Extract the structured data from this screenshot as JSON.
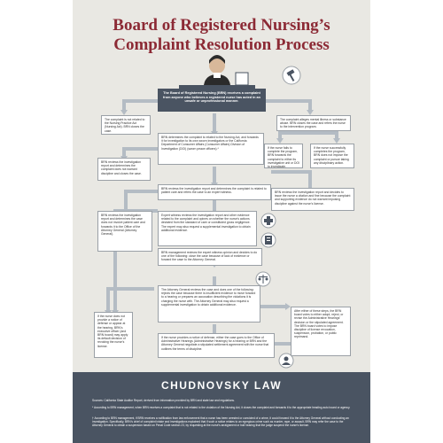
{
  "title_line1": "Board of Registered Nursing’s",
  "title_line2": "Complaint Resolution Process",
  "boxes": {
    "start": "The Board of Registered Nursing (BRN) receives a complaint from anyone who believes a registered nurse has acted in an unsafe or unprofessional manner.",
    "not_related": "The complaint is not related to the Nursing Practice Act (Nursing Act). BRN closes the case.",
    "mental_illness": "The complaint alleges mental illness or substance abuse. BRN closes the case and refers the nurse to the intervention program.",
    "determines": "BRN determines the complaint is related to the Nursing Act, and forwards it for investigation to its own sworn investigators or the California Department of Consumer Affairs (Consumer Affairs) Division of Investigation (DOI) (sworn peace officers).*",
    "fails_program": "If the nurse fails to complete the program, BRN forwards the complaint to either its investigative unit or DOI to investigate.",
    "succeeds_program": "If the nurse successfully completes the program, BRN does not impose the complaint or pursue taking any disciplinary action.",
    "no_warrant": "BRN reviews the investigation report and determines the complaint does not warrant discipline and closes the case.",
    "reviews_report": "BRN reviews the investigation report and determines the complaint is related to patient care and refers the case to an expert witness.",
    "intervention": "BRN reviews the investigation report and decides to issue the nurse a citation and fine because the complaint and supporting evidence do not warrant imposing discipline against the nurse’s license.",
    "forwards_ag": "BRN reviews the investigation report and determines the case does not involve patient care and forwards it to the Office of the Attorney General (Attorney General).",
    "expert": "Expert witness reviews the investigation report and other evidence related to the complaint and opines on whether the nurse’s actions deviated from the standard of care or constituted gross negligence. The expert may also request a supplemental investigation to obtain additional evidence.",
    "mgmt": "BRN management reviews the expert witness opinion and decides to do one of the following: close the case because of lack of evidence or forward the case to the Attorney General.",
    "ag_reviews": "The Attorney General reviews the case and does one of the following: rejects the case because there is insufficient evidence to move forward to a hearing or prepares an accusation describing the violations it is charging the nurse with. The Attorney General may also request a supplemental investigation to obtain additional evidence.",
    "no_response": "If the nurse does not provide a notice of defense or appear at the hearing, BRN’s executive officer (and BRN board) may apply its default decision of revoking the nurse’s license.",
    "after_steps": "After either of these steps, the BRN board votes to either adopt, reject, or revise the Administrative Hearings’ decision or the stipulated agreement. The BRN board votes to impose discipline of license revocation, suspension, probation, or public reprimand.",
    "notice_defense": "If the nurse provides a notice of defense, either the case goes to the Office of Administrative Hearings (Administrative Hearings) for a hearing or BRN and the Attorney General negotiate a stipulated settlement agreement with the nurse that outlines the terms of discipline."
  },
  "brand": "CHUDNOVSKY LAW",
  "sources": "Sources: California State Auditor Report, derived from information provided by BRN and state law and regulations.",
  "note1": "* According to BRN management, when BRN receives a complaint that is not related to the violation of the Nursing Act, it closes the complaint and forwards it to the appropriate heading auto board or agency.",
  "note2": "† According to BRN management, if BRN receives a notification from law enforcement that a nurse has been arrested or convicted of a crime, it could forward it to the Attorney General without conducting an investigation. Specifically, BRN’s chief of complaint intake and investigations explained that if such a notice relates to an egregious crime such as murder, rape, or assault, BRN may refer the case to the Attorney General to obtain a suspension based on Penal Code section 23, by requesting at the nurse’s arraignment or bail hearing that the judge suspend the nurse’s license.",
  "colors": {
    "title": "#8c2a35",
    "dark": "#4a5462",
    "arrow": "#b4bcc4",
    "background": "#e9e8e3"
  }
}
